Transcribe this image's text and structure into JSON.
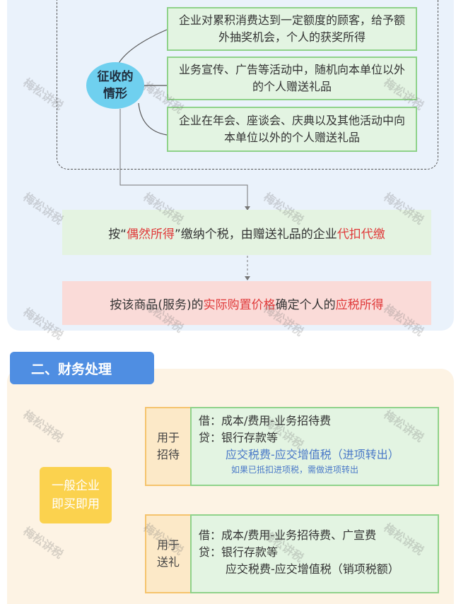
{
  "cases": {
    "label": "征收的\n情形",
    "items": [
      "企业对累积消费达到一定额度的顾客，给予额外抽奖机会，个人的获奖所得",
      "业务宣传、广告等活动中，随机向本单位以外的个人赠送礼品",
      "企业在年会、座谈会、庆典以及其他活动中向本单位以外的个人赠送礼品"
    ]
  },
  "tax_bar": {
    "p1": "按“",
    "p2": "偶然所得",
    "p3": "”缴纳个税，由赠送礼品的企业",
    "p4": "代扣代缴"
  },
  "price_bar": {
    "p1": "按该商品(服务)的",
    "p2": "实际购置价格",
    "p3": "确定个人的",
    "p4": "应税所得"
  },
  "section2": {
    "title": "二、财务处理",
    "root": "一般企业\n即买即用",
    "branches": [
      {
        "use": "用于\n招待",
        "debit": "借：成本/费用-业务招待费",
        "credit": "贷：银行存款等",
        "extra": "应交税费-应交增值税（进项转出）",
        "note": "如果已抵扣进项税，需做进项转出"
      },
      {
        "use": "用于\n送礼",
        "debit": "借：成本/费用-业务招待费、广宣费",
        "credit": "贷：银行存款等",
        "extra": "应交税费-应交增值税（销项税额）"
      }
    ]
  },
  "watermark": "梅松讲税",
  "colors": {
    "accent_red": "#e03a3a",
    "title_blue": "#4f8ee2",
    "green_border": "#8fd28a",
    "note_blue": "#4a79c8"
  }
}
